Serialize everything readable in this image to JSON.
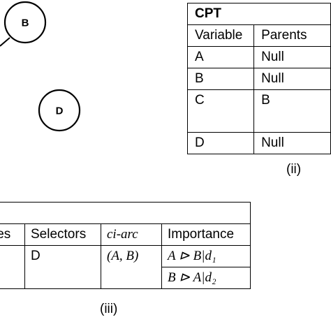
{
  "graph": {
    "nodes": [
      {
        "id": "B",
        "label": "B"
      },
      {
        "id": "D",
        "label": "D"
      }
    ]
  },
  "cpt_table": {
    "title": "CPT",
    "headers": [
      "Variable",
      "Parents"
    ],
    "rows": [
      {
        "variable": "A",
        "parents": "Null"
      },
      {
        "variable": "B",
        "parents": "Null"
      },
      {
        "variable": "C",
        "parents": "B"
      },
      {
        "variable": "D",
        "parents": "Null"
      }
    ],
    "caption": "(ii)"
  },
  "selector_table": {
    "headers": {
      "col1_partial": "ies",
      "selectors": "Selectors",
      "ci_arc": "ci-arc",
      "importance": "Importance"
    },
    "row": {
      "selectors": "D",
      "ci_arc": "(A, B)",
      "importance_1": "A ⊳ B|d₁",
      "importance_2": "B ⊳ A|d₂"
    },
    "caption": "(iii)"
  }
}
